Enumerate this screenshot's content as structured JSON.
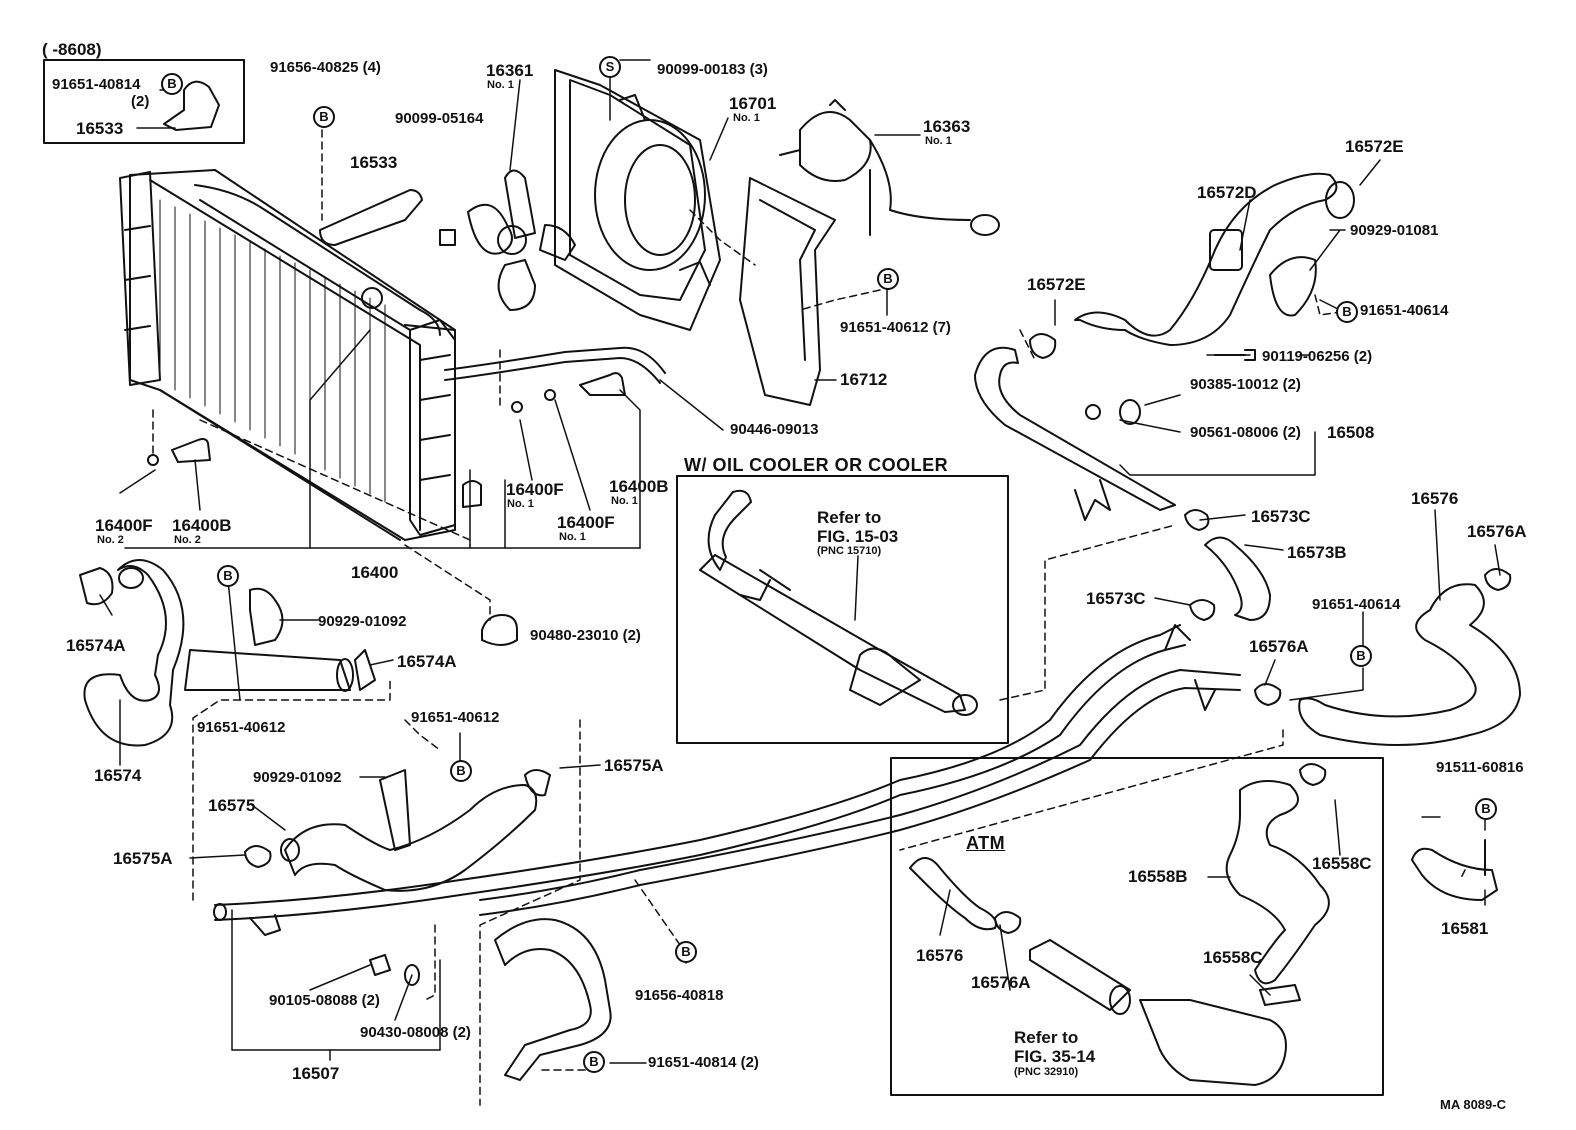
{
  "labels": {
    "l_8608": "(        -8608)",
    "l_91651_40814_top": "91651-40814",
    "l_2_top": "(2)",
    "l_16533_box": "16533",
    "l_91656_40825": "91656-40825 (4)",
    "l_16533": "16533",
    "l_16361": "16361",
    "l_16361_no": "No. 1",
    "l_90099_00183": "90099-00183 (3)",
    "l_16701": "16701",
    "l_16701_no": "No. 1",
    "l_90099_05164": "90099-05164",
    "l_16363": "16363",
    "l_16363_no": "No. 1",
    "l_16572E_top": "16572E",
    "l_16572D": "16572D",
    "l_90929_01081": "90929-01081",
    "l_16572E_left": "16572E",
    "l_91651_40614_r": "91651-40614",
    "l_91651_40612_7": "91651-40612 (7)",
    "l_16712": "16712",
    "l_90119_06256": "90119-06256 (2)",
    "l_90385_10012": "90385-10012 (2)",
    "l_90561_08006": "90561-08006 (2)",
    "l_16508": "16508",
    "l_90446_09013": "90446-09013",
    "l_16400F_a": "16400F",
    "l_16400F_a_no": "No. 1",
    "l_16400B_a": "16400B",
    "l_16400B_a_no": "No. 1",
    "l_16400F_b": "16400F",
    "l_16400F_b_no": "No. 1",
    "l_16400F_c": "16400F",
    "l_16400F_c_no": "No. 2",
    "l_16400B_c": "16400B",
    "l_16400B_c_no": "No. 2",
    "l_16400": "16400",
    "l_90480_23010": "90480-23010 (2)",
    "l_16573C_a": "16573C",
    "l_16573B": "16573B",
    "l_16573C_b": "16573C",
    "l_16576": "16576",
    "l_16576A_r": "16576A",
    "l_91651_40614_m": "91651-40614",
    "l_16576A_m": "16576A",
    "l_16574A_l": "16574A",
    "l_90929_01092_a": "90929-01092",
    "l_16574A_r": "16574A",
    "l_91651_40612_a": "91651-40612",
    "l_16574": "16574",
    "l_91651_40612_b": "91651-40612",
    "l_90929_01092_b": "90929-01092",
    "l_16575A_r": "16575A",
    "l_16575": "16575",
    "l_16575A_l": "16575A",
    "l_91511_60816": "91511-60816",
    "l_16581": "16581",
    "l_16558B": "16558B",
    "l_16558C_a": "16558C",
    "l_16558C_b": "16558C",
    "l_16576_b": "16576",
    "l_16576A_b": "16576A",
    "l_90105_08088": "90105-08088 (2)",
    "l_90430_08008": "90430-08008 (2)",
    "l_16507": "16507",
    "l_91656_40818": "91656-40818",
    "l_91651_40814_b": "91651-40814 (2)",
    "l_ma": "MA  8089-C"
  },
  "boxes": {
    "oil_cooler_title": "W/ OIL  COOLER  OR  COOLER",
    "oil_ref_1": "Refer to",
    "oil_ref_2": "FIG. 15-03",
    "oil_ref_pnc": "(PNC 15710)",
    "atm_title": "ATM",
    "atm_ref_1": "Refer to",
    "atm_ref_2": "FIG. 35-14",
    "atm_ref_pnc": "(PNC 32910)"
  },
  "symbols": {
    "B": "B",
    "S": "S"
  }
}
